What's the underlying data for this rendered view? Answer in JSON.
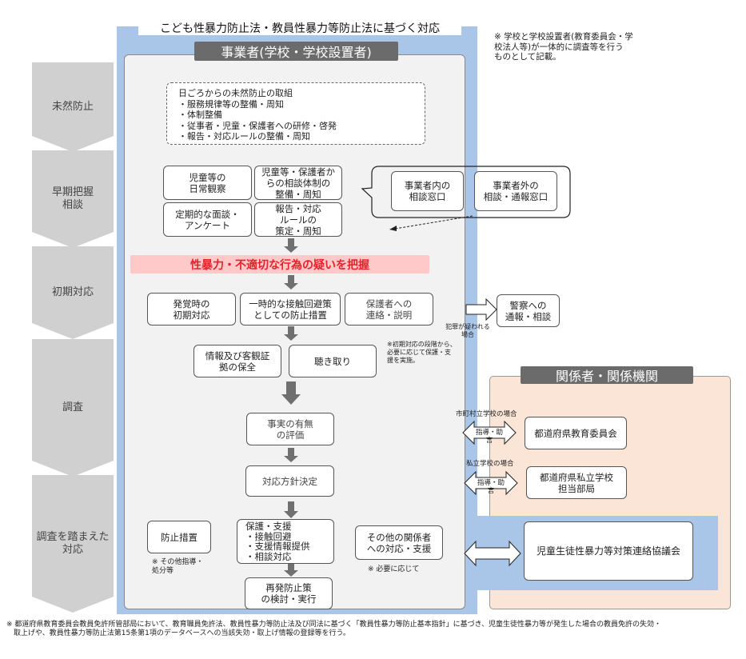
{
  "title": "こども性暴力防止法・教員性暴力等防止法に基づく対応",
  "operator_header": "事業者(学校・学校設置者)",
  "top_note": "※ 学校と学校設置者(教育委員会・学\n校法人等)が一体的に調査等を行う\nものとして記載。",
  "stages": [
    {
      "label": "未然防止"
    },
    {
      "label": "早期把握\n相談"
    },
    {
      "label": "初期対応"
    },
    {
      "label": "調査"
    },
    {
      "label": "調査を踏まえた\n対応"
    }
  ],
  "prevention": {
    "heading": "日ごろからの未然防止の取組",
    "items": [
      "・服務規律等の整備・周知",
      "・体制整備",
      "・従事者・児童・保護者への研修・啓発",
      "・報告・対応ルールの整備・周知"
    ]
  },
  "early": {
    "boxes": [
      "児童等の\n日常観察",
      "児童等・保護者か\nらの相談体制の\n整備・周知",
      "定期的な面談・\nアンケート",
      "報告・対応\nルールの\n策定・周知"
    ],
    "consult_inside": "事業者内の\n相談窓口",
    "consult_outside": "事業者外の\n相談・通報窓口"
  },
  "alert": "性暴力・不適切な行為の疑いを把握",
  "initial": {
    "boxes": [
      "発覚時の\n初期対応",
      "一時的な接触回避策\nとしての防止措置",
      "保護者への\n連絡・説明"
    ],
    "police": "警察への\n通報・相談",
    "crime_note": "犯罪が疑われる\n場合",
    "support_note": "※初期対応の段階から、\n必要に応じて保護・支\n援を実施。"
  },
  "investigation": {
    "boxes": [
      "情報及び客観証\n拠の保全",
      "聴き取り"
    ],
    "fact": "事実の有無\nの評価",
    "policy": "対応方針決定"
  },
  "response": {
    "prevent": "防止措置",
    "prevent_note": "※ その他指導・\n処分等",
    "protect": "保護・支援\n・接触回避\n・支援情報提供\n・相談対応",
    "others": "その他の関係者\nへの対応・支援",
    "others_note": "※ 必要に応じて",
    "recurrence": "再発防止策\nの検討・実行"
  },
  "related": {
    "header": "関係者・関係機関",
    "municipal_note": "市町村立学校の場合",
    "private_note": "私立学校の場合",
    "guidance_label": "指導・助言",
    "prefecture_board": "都道府県教育委員会",
    "prefecture_private": "都道府県私立学校\n担当部局",
    "council": "児童生徒性暴力等対策連絡協議会"
  },
  "footnote": "※ 都道府県教育委員会教員免許所管部局において、教育職員免許法、教員性暴力等防止法及び同法に基づく「教員性暴力等防止基本指針」に基づき、児童生徒性暴力等が発生した場合の教員免許の失効・\n　取上げや、教員性暴力等防止法第15条第1項のデータベースへの当該失効・取上げ情報の登録等を行う。",
  "colors": {
    "frame_blue": "#a9c5e8",
    "panel_gray": "#f2f2f2",
    "stage_gray": "#d0d0d0",
    "header_gray": "#6b6b6b",
    "alert_bg": "#ffc9c9",
    "alert_text": "#e8202a",
    "related_bg": "#fbe5d6",
    "arrow_gray": "#707070"
  }
}
